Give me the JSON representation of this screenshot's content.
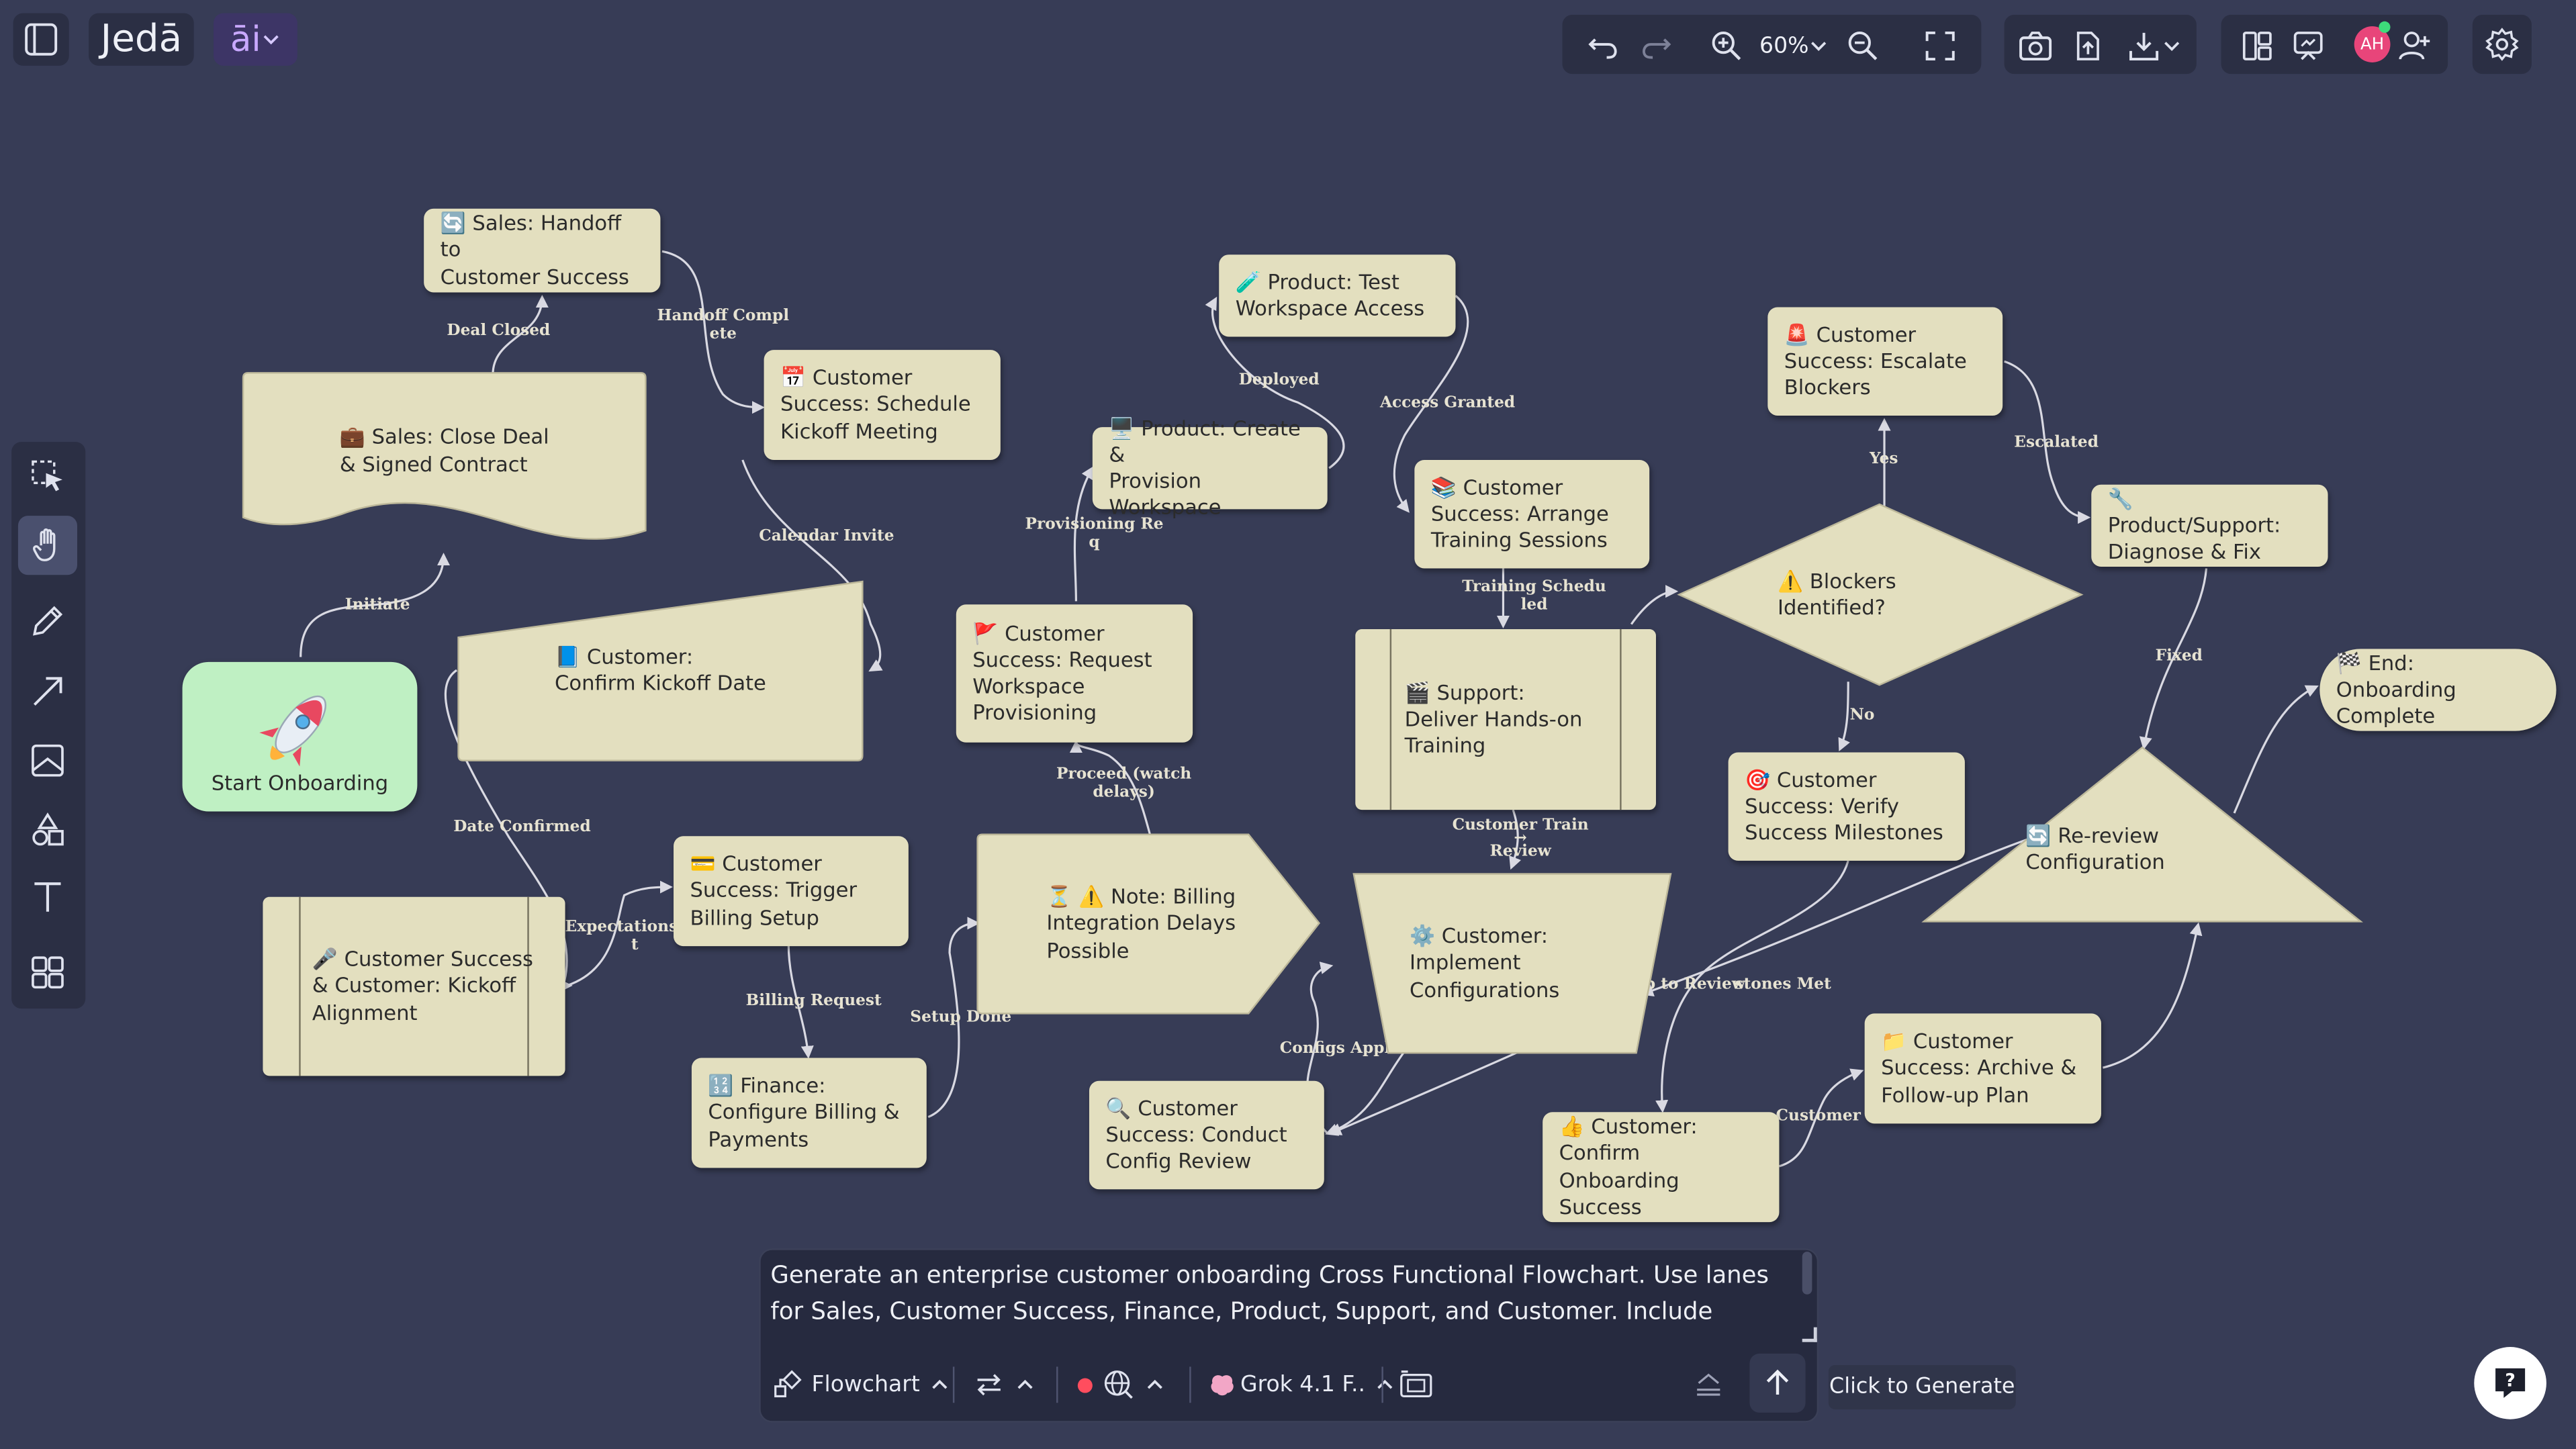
{
  "app": {
    "logo": "Jedā",
    "ai_label": "āi"
  },
  "toolbar": {
    "zoom": "60%"
  },
  "user": {
    "initials": "AH"
  },
  "nodes": {
    "start": "Start Onboarding",
    "close_deal": "💼 Sales: Close Deal\n& Signed Contract",
    "handoff": "🔄 Sales: Handoff to\nCustomer Success",
    "schedule_kickoff": "📅 Customer\nSuccess: Schedule\nKickoff Meeting",
    "confirm_kickoff": "📘 Customer:\nConfirm Kickoff Date",
    "kickoff_alignment": "🎤 Customer Success\n& Customer: Kickoff\nAlignment",
    "trigger_billing": "💳 Customer\nSuccess: Trigger\nBilling Setup",
    "finance_billing": "🔢 Finance:\nConfigure Billing &\nPayments",
    "request_workspace": "🚩 Customer\nSuccess: Request\nWorkspace\nProvisioning",
    "provision_workspace": "🖥️ Product: Create &\nProvision Workspace",
    "test_workspace": "🧪 Product: Test\nWorkspace Access",
    "billing_note": "⏳ ⚠️ Note: Billing\nIntegration Delays\nPossible",
    "training_sessions": "📚 Customer\nSuccess: Arrange\nTraining Sessions",
    "deliver_training": "🎬 Support:\nDeliver Hands-on\nTraining",
    "implement_config": "⚙️ Customer:\nImplement\nConfigurations",
    "config_review": "🔍 Customer\nSuccess: Conduct\nConfig Review",
    "blockers": "⚠️ Blockers\nIdentified?",
    "escalate": "🚨 Customer\nSuccess: Escalate\nBlockers",
    "diagnose": "🔧 Product/Support:\nDiagnose & Fix",
    "verify_milestones": "🎯 Customer\nSuccess: Verify\nSuccess Milestones",
    "rereview": "🔄 Re-review\nConfiguration",
    "confirm_success": "👍 Customer:\nConfirm Onboarding\nSuccess",
    "archive": "📁 Customer\nSuccess: Archive &\nFollow-up Plan",
    "end": "🏁 End: Onboarding\nComplete"
  },
  "edge_labels": {
    "deal_closed": "Deal Closed",
    "handoff_complete": "Handoff Compl\nete",
    "initiate": "Initiate",
    "calendar_invite": "Calendar Invite",
    "date_confirmed": "Date Confirmed",
    "expectations_set": "Expectations Se\nt",
    "billing_request": "Billing Request",
    "setup_done": "Setup Done",
    "proceed": "Proceed (watch\ndelays)",
    "provisioning_req": "Provisioning Re\nq",
    "deployed": "Deployed",
    "access_granted": "Access Granted",
    "training_scheduled": "Training Schedu\nled",
    "customer_train_review": "Customer Train\n→\nReview",
    "configs_applied": "Configs Applied",
    "back_to_review": "p to Review",
    "milestones_met": "stones Met",
    "yes": "Yes",
    "no": "No",
    "escalated": "Escalated",
    "fixed": "Fixed",
    "customer_ok": "Customer OK"
  },
  "prompt": {
    "text": "Generate an enterprise customer onboarding Cross Functional Flowchart. Use lanes for Sales, Customer Success, Finance, Product, Support, and Customer. Include billing setup, kickoff scheduling, workspace provisioning, training, and success milestones."
  },
  "prompt_bar": {
    "diagram_type": "Flowchart",
    "model": "Grok 4.1 F..",
    "generate_tooltip": "Click to Generate"
  },
  "colors": {
    "background": "#373c56",
    "node_fill": "#e3dfbf",
    "start_fill": "#bff0c3",
    "edge": "#d9d9e2",
    "record_dot": "#ff4d5e",
    "avatar": "#e8457a"
  }
}
